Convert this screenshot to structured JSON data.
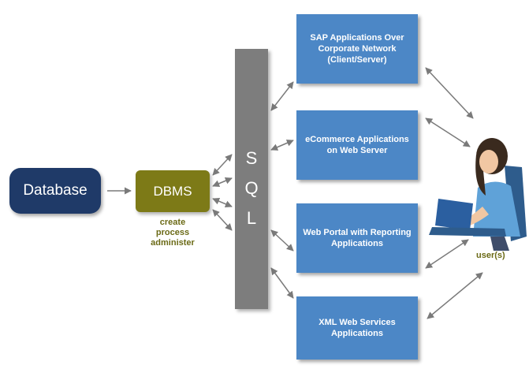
{
  "database": {
    "label": "Database"
  },
  "dbms": {
    "label": "DBMS",
    "caption": [
      "create",
      "process",
      "administer"
    ]
  },
  "sql": {
    "letters": [
      "S",
      "Q",
      "L"
    ]
  },
  "applications": [
    {
      "label": "SAP Applications Over Corporate Network (Client/Server)"
    },
    {
      "label": "eCommerce Applications on Web Server"
    },
    {
      "label": "Web Portal with Reporting Applications"
    },
    {
      "label": "XML Web Services Applications"
    }
  ],
  "user": {
    "label": "user(s)"
  },
  "colors": {
    "database": "#1f3a68",
    "dbms": "#7d7a17",
    "sql_bar": "#7d7d7d",
    "applications": "#4c87c6",
    "caption_text": "#6b6a16"
  }
}
